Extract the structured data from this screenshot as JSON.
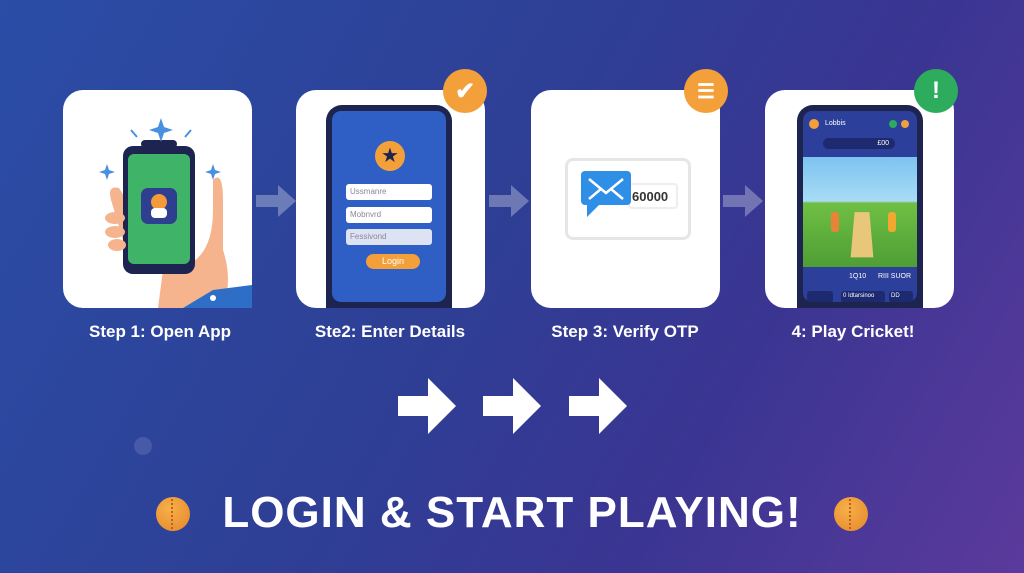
{
  "steps": [
    {
      "label": "Step 1: Open App"
    },
    {
      "label": "Ste2: Enter Details",
      "fields": [
        "Ussmanre",
        "Mobnvrd",
        "Fessivond"
      ],
      "button": "Login"
    },
    {
      "label": "Step 3: Verify OTP",
      "otp": "60000"
    },
    {
      "label": "4: Play Cricket!",
      "header": "Lobbis",
      "score": "£00",
      "bottom_left": "1Q10",
      "bottom_right": "RIII SUOR",
      "btn2": "0 Idtarsinoo",
      "btn3": "DD"
    }
  ],
  "title": "LOGIN & START PLAYING!",
  "colors": {
    "orange": "#f3a03a",
    "green": "#2eac5e",
    "blue": "#2f5fc4"
  }
}
